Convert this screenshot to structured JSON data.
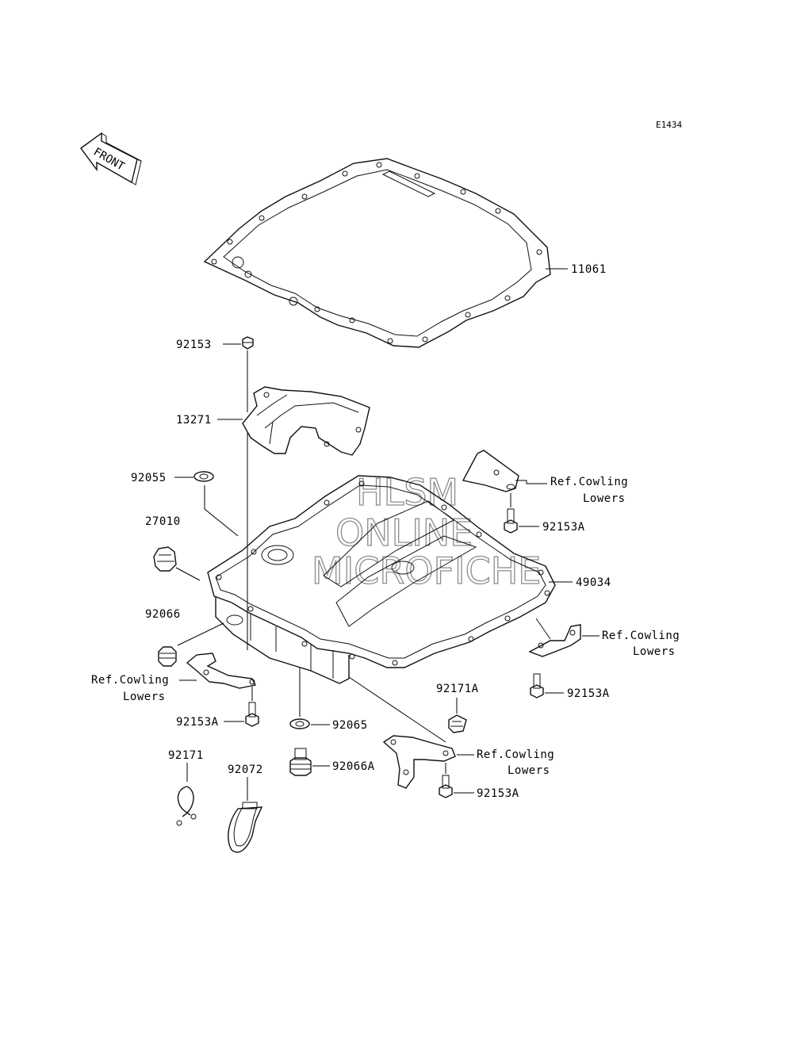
{
  "diagram": {
    "code": "E1434",
    "front_label": "FRONT",
    "watermark": [
      "HLSM",
      "ONLINE",
      "MICROFICHE"
    ],
    "labels": {
      "p11061": "11061",
      "p92153": "92153",
      "p13271": "13271",
      "p92055": "92055",
      "p27010": "27010",
      "p92066": "92066",
      "p49034": "49034",
      "p92153A_1": "92153A",
      "p92153A_2": "92153A",
      "p92153A_3": "92153A",
      "p92153A_4": "92153A",
      "p92171A": "92171A",
      "p92065": "92065",
      "p92066A": "92066A",
      "p92171": "92171",
      "p92072": "92072",
      "ref1_a": "Ref.Cowling",
      "ref1_b": "Lowers",
      "ref2_a": "Ref.Cowling",
      "ref2_b": "Lowers",
      "ref3_a": "Ref.Cowling",
      "ref3_b": "Lowers",
      "ref4_a": "Ref.Cowling",
      "ref4_b": "Lowers"
    }
  }
}
